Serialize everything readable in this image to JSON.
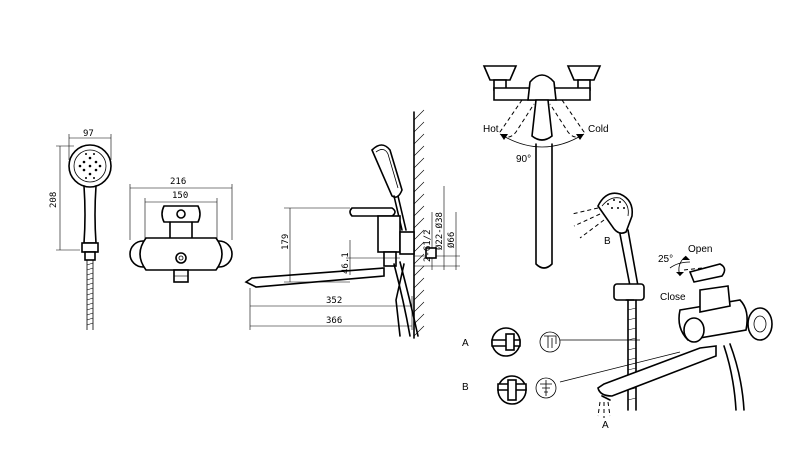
{
  "dimensions": {
    "handshower_width": "97",
    "handshower_height": "208",
    "body_overall_width": "216",
    "body_center_width": "150",
    "spout_height": "179",
    "inlet_offset": "46.1",
    "spout_reach": "352",
    "overall_reach": "366",
    "thread_size": "2-G1/2",
    "diameter_small": "Ø22-Ø38",
    "diameter_large": "Ø66"
  },
  "operation": {
    "hot_label": "Hot",
    "cold_label": "Cold",
    "rotation_angle": "90°",
    "tilt_angle": "25°",
    "open_label": "Open",
    "close_label": "Close"
  },
  "modes": {
    "mode_a": "A",
    "mode_b": "B",
    "spray_a": "A",
    "handshower_b": "B"
  }
}
